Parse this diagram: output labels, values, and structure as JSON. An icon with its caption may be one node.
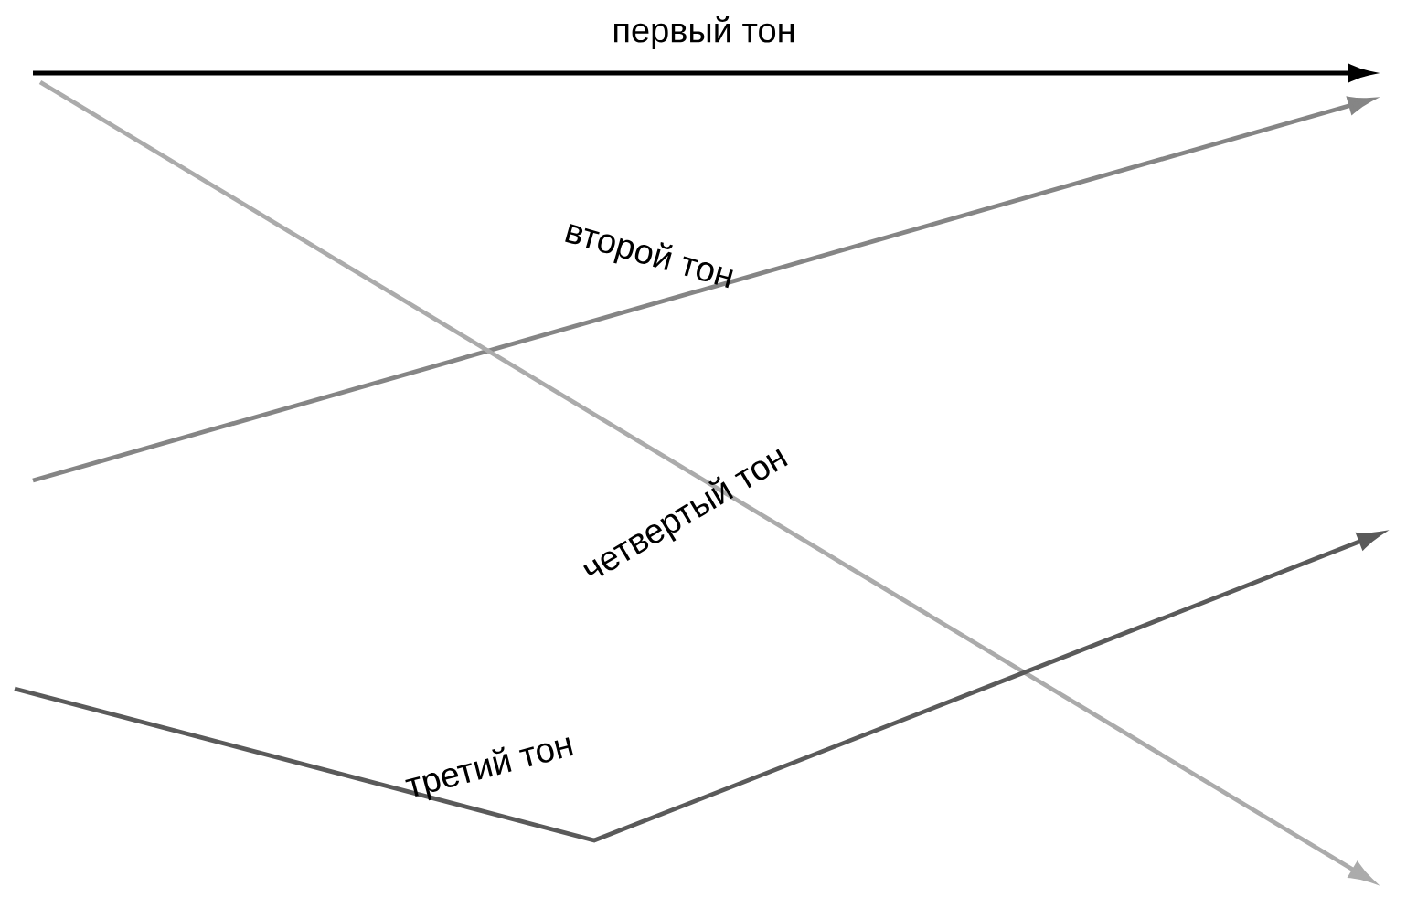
{
  "diagram": {
    "labels": [
      "первый тон",
      "второй тон",
      "четвертый тон",
      "третий тон"
    ]
  }
}
